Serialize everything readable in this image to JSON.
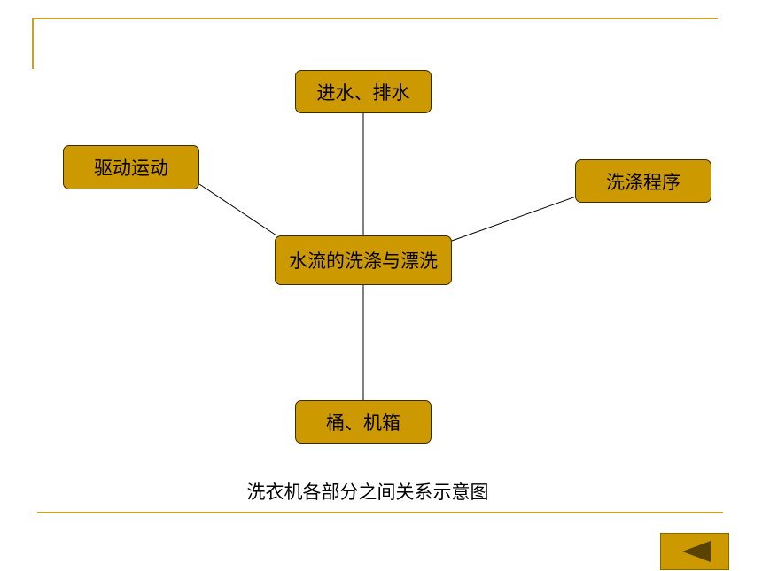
{
  "diagram": {
    "center": "水流的洗涤与漂洗",
    "top": "进水、排水",
    "left": "驱动运动",
    "right": "洗涤程序",
    "bottom": "桶、机箱",
    "caption": "洗衣机各部分之间关系示意图"
  },
  "colors": {
    "node_fill": "#cc9900",
    "frame_line": "#c9a227",
    "connector": "#000000"
  },
  "nav": {
    "back_icon": "left-triangle-icon"
  }
}
